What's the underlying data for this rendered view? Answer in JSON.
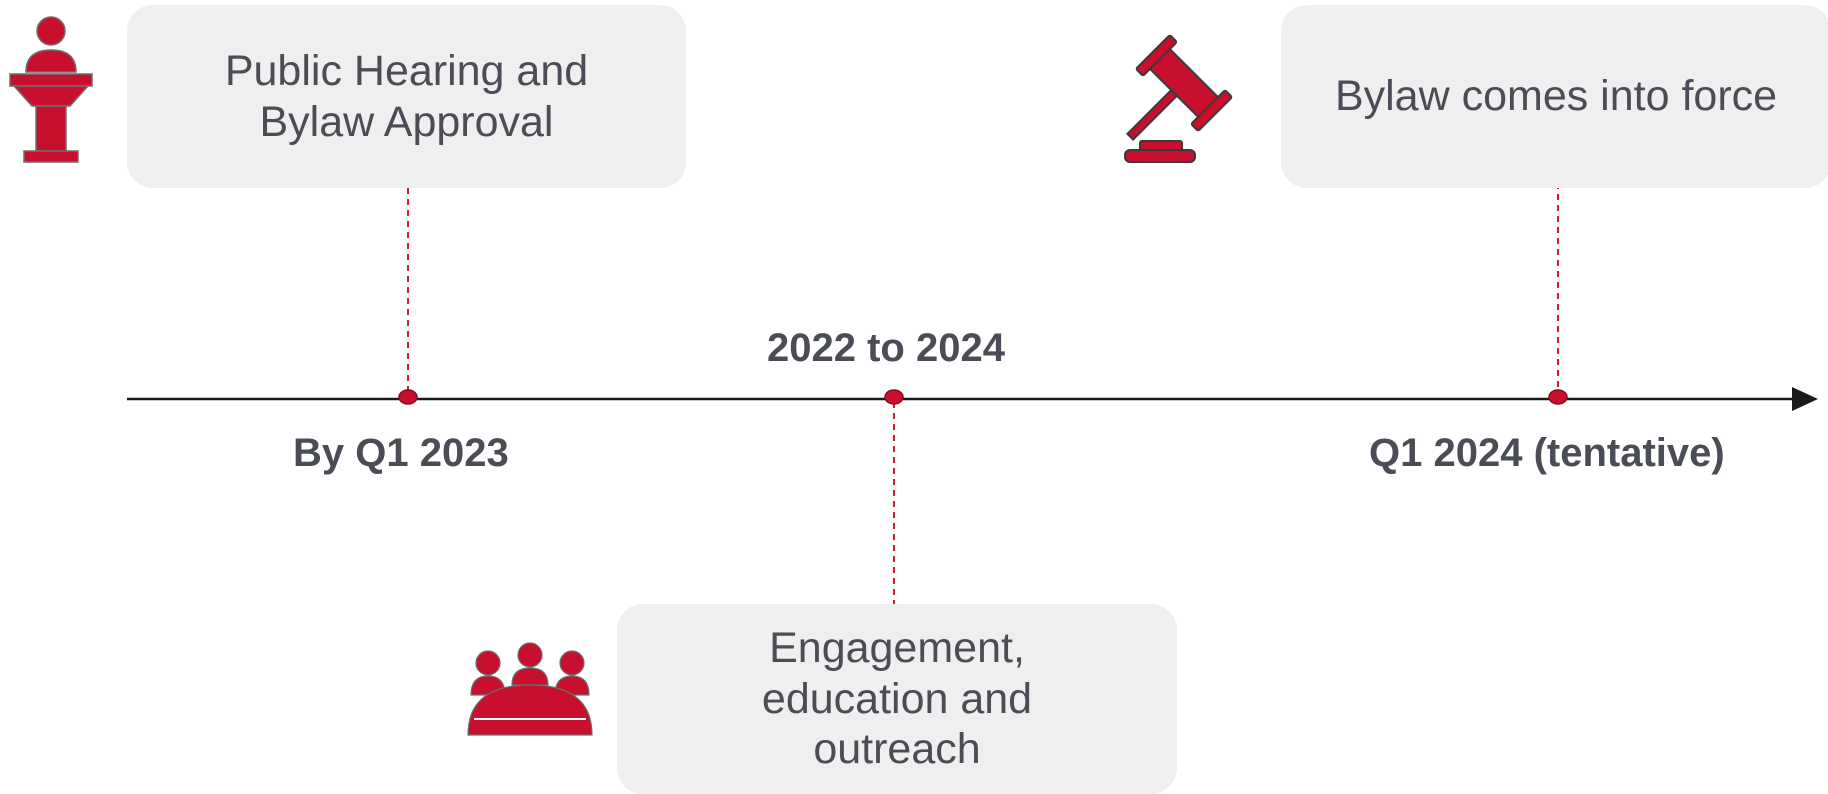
{
  "timeline": {
    "milestones": [
      {
        "box_text": "Public Hearing and Bylaw Approval",
        "date_label": "By Q1 2023",
        "icon": "podium-speaker-icon"
      },
      {
        "box_text": "Engagement, education and outreach",
        "date_label": "2022 to 2024",
        "icon": "audience-group-icon"
      },
      {
        "box_text": "Bylaw comes into force",
        "date_label": "Q1 2024 (tentative)",
        "icon": "gavel-icon"
      }
    ],
    "colors": {
      "accent": "#c8102e",
      "connector": "#d0202e",
      "box_fill": "#eeefee",
      "text": "#4b4d56",
      "axis": "#1a1a1a"
    }
  }
}
